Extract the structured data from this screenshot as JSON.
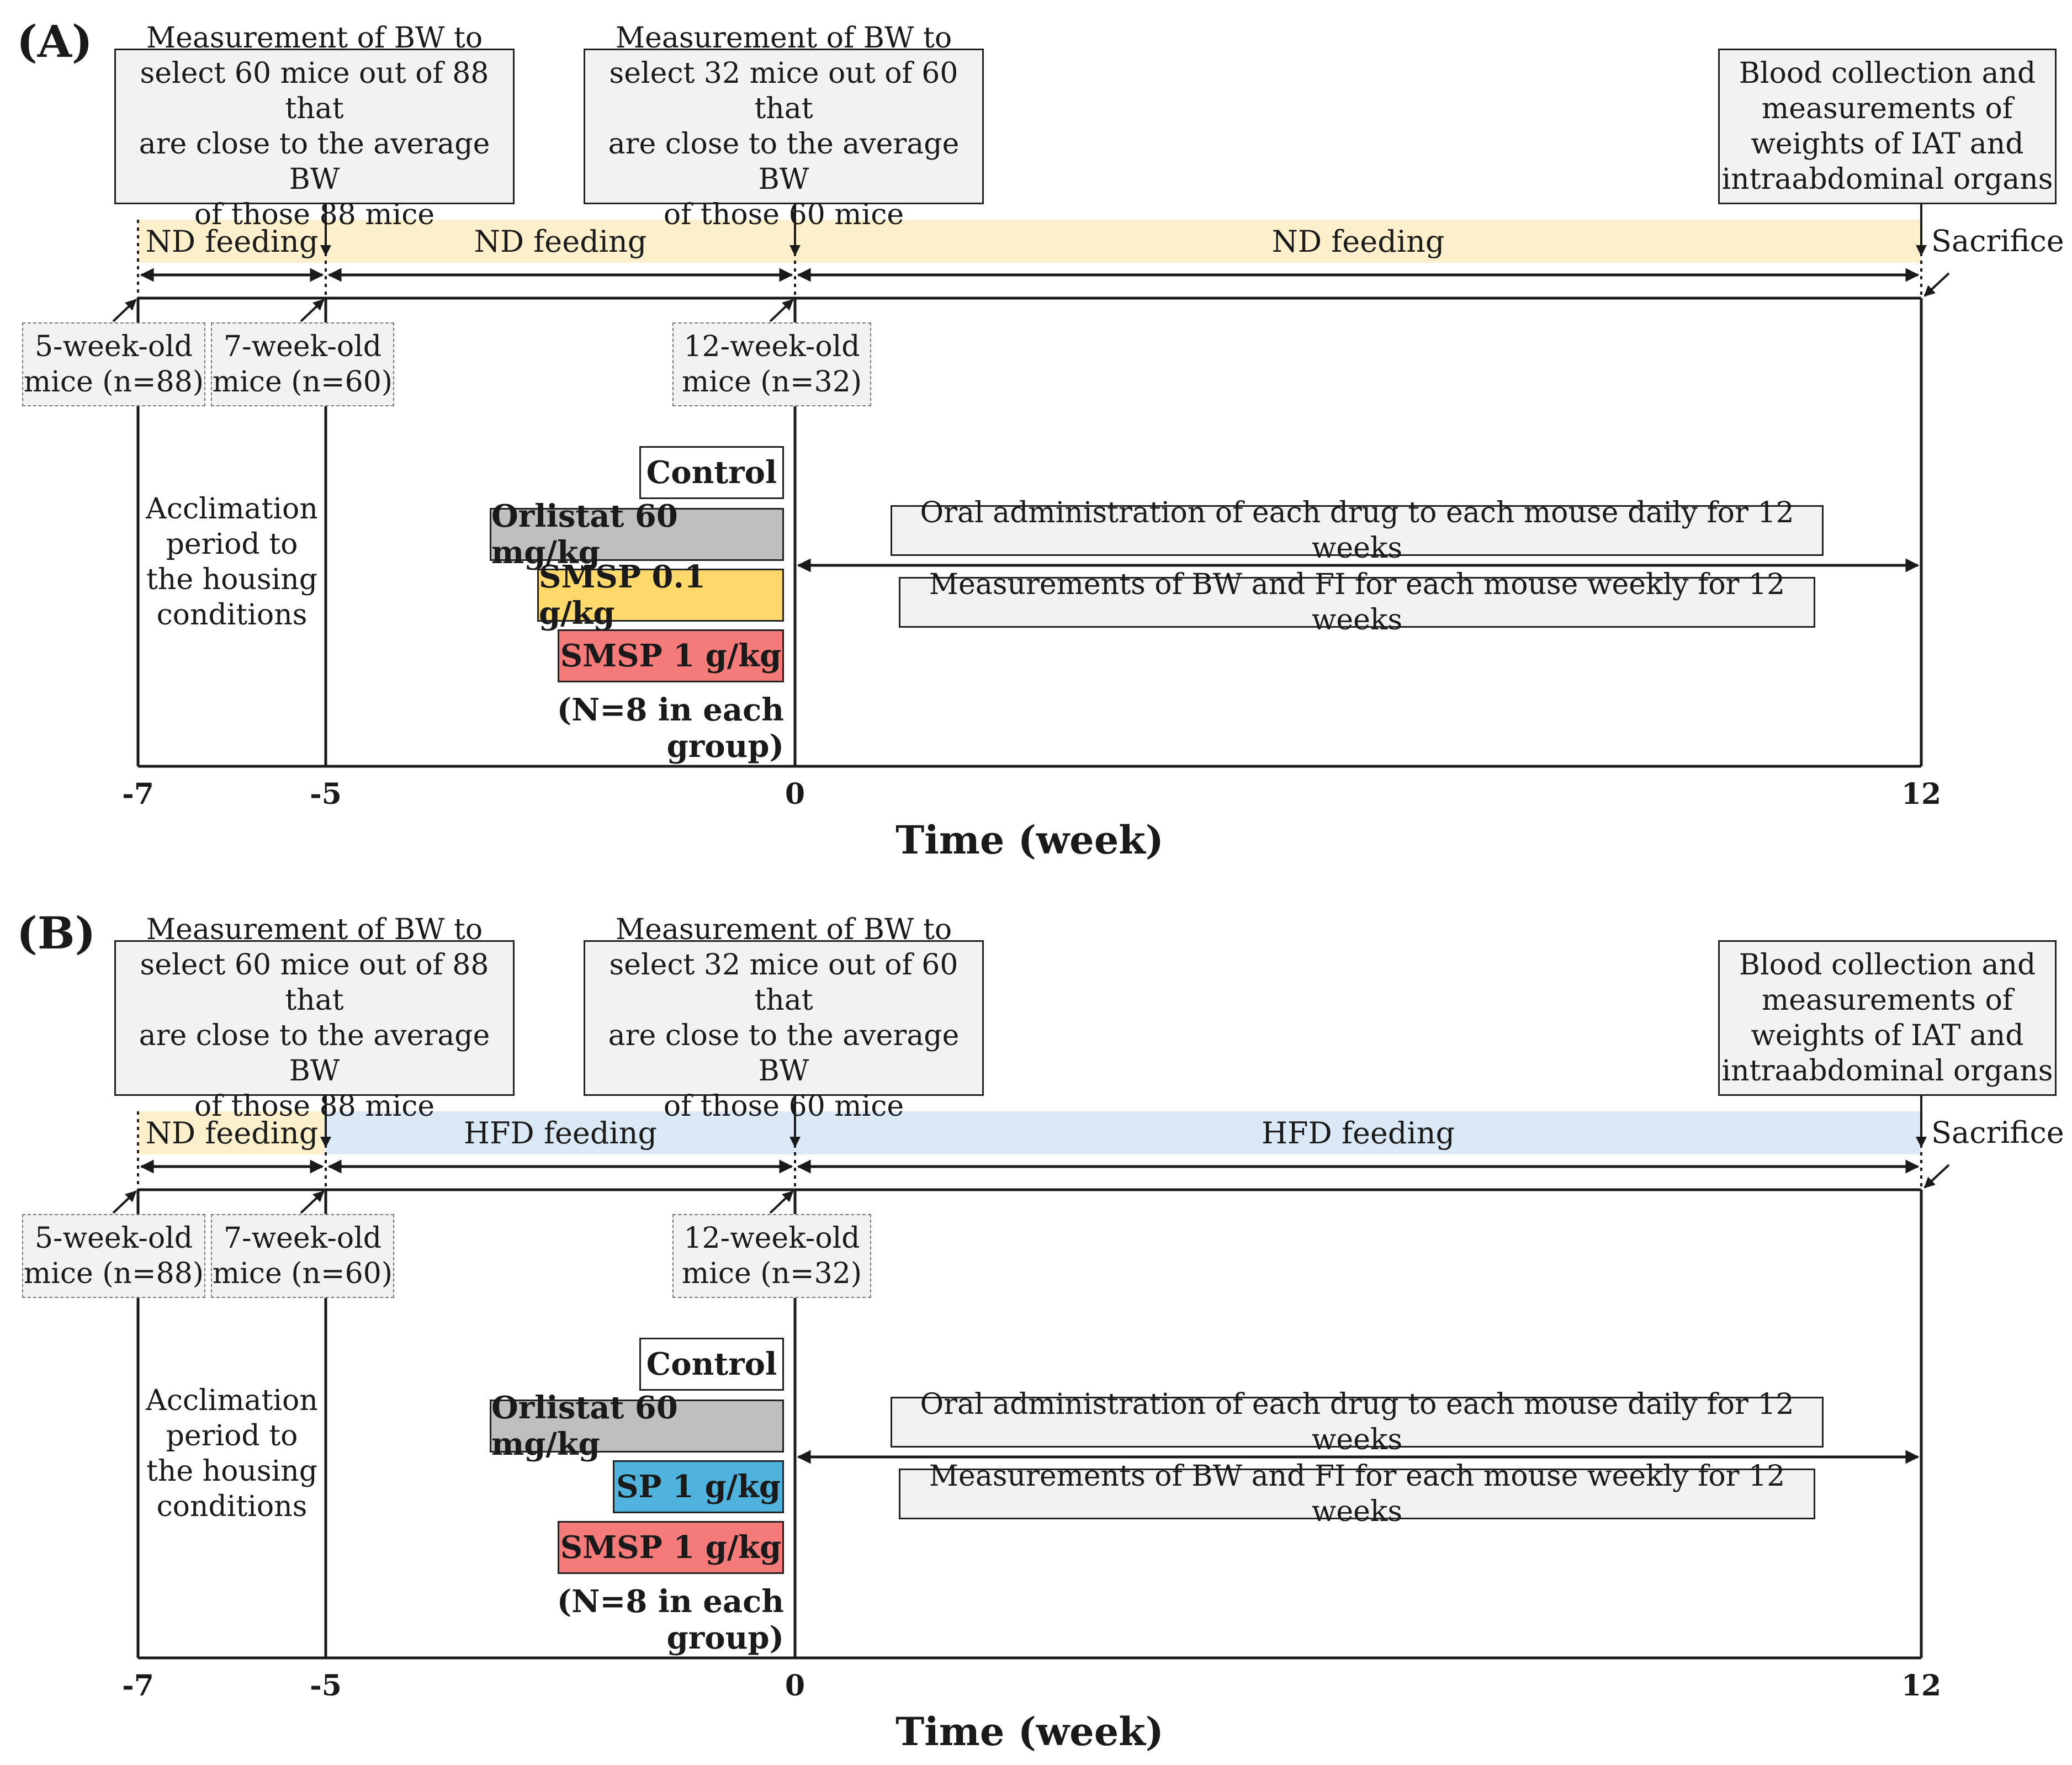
{
  "colors": {
    "nd_band": "#fcefcb",
    "hfd_band": "#dbe8f5",
    "note_bg": "#f2f2f2",
    "control": "#ffffff",
    "orlistat": "#bfbfbf",
    "smsp_low": "#fdd86a",
    "sp": "#4fb3dd",
    "smsp_high": "#f57a7a",
    "line": "#1a1a1a"
  },
  "panels": [
    {
      "label": "(A)",
      "top_notes": [
        "Measurement of BW to\nselect 60 mice out of 88 that\nare close to the average BW\nof those 88 mice",
        "Measurement of BW to\nselect 32 mice out of 60 that\nare close to the average BW\nof those 60 mice",
        "Blood collection and\nmeasurements of\nweights of IAT and\nintraabdominal organs"
      ],
      "bands": [
        {
          "label": "ND feeding",
          "kind": "nd"
        },
        {
          "label": "ND feeding",
          "kind": "nd"
        },
        {
          "label": "ND feeding",
          "kind": "nd"
        }
      ],
      "sacrifice": "Sacrifice",
      "age_boxes": [
        "5-week-old\nmice (n=88)",
        "7-week-old\nmice (n=60)",
        "12-week-old\nmice (n=32)"
      ],
      "acclimation": "Acclimation\nperiod to\nthe housing\nconditions",
      "groups": [
        {
          "label": "Control",
          "color_key": "control"
        },
        {
          "label": "Orlistat 60 mg/kg",
          "color_key": "orlistat"
        },
        {
          "label": "SMSP 0.1 g/kg",
          "color_key": "smsp_low"
        },
        {
          "label": "SMSP 1 g/kg",
          "color_key": "smsp_high"
        }
      ],
      "group_note": "(N=8 in each group)",
      "admin_text": "Oral administration of each drug to each mouse daily for 12 weeks",
      "measure_text": "Measurements of BW and FI for each mouse weekly for 12 weeks",
      "ticks": [
        "-7",
        "-5",
        "0",
        "12"
      ],
      "xlabel": "Time (week)"
    },
    {
      "label": "(B)",
      "top_notes": [
        "Measurement of BW to\nselect 60 mice out of 88 that\nare close to the average BW\nof those 88 mice",
        "Measurement of BW to\nselect 32 mice out of 60 that\nare close to the average BW\nof those 60 mice",
        "Blood collection and\nmeasurements of\nweights of IAT and\nintraabdominal organs"
      ],
      "bands": [
        {
          "label": "ND feeding",
          "kind": "nd"
        },
        {
          "label": "HFD feeding",
          "kind": "hfd"
        },
        {
          "label": "HFD feeding",
          "kind": "hfd"
        }
      ],
      "sacrifice": "Sacrifice",
      "age_boxes": [
        "5-week-old\nmice (n=88)",
        "7-week-old\nmice (n=60)",
        "12-week-old\nmice (n=32)"
      ],
      "acclimation": "Acclimation\nperiod to\nthe housing\nconditions",
      "groups": [
        {
          "label": "Control",
          "color_key": "control"
        },
        {
          "label": "Orlistat 60 mg/kg",
          "color_key": "orlistat"
        },
        {
          "label": "SP 1 g/kg",
          "color_key": "sp"
        },
        {
          "label": "SMSP 1 g/kg",
          "color_key": "smsp_high"
        }
      ],
      "group_note": "(N=8 in each group)",
      "admin_text": "Oral administration of each drug to each mouse daily for 12 weeks",
      "measure_text": "Measurements of BW and FI for each mouse weekly for 12 weeks",
      "ticks": [
        "-7",
        "-5",
        "0",
        "12"
      ],
      "xlabel": "Time (week)"
    }
  ]
}
